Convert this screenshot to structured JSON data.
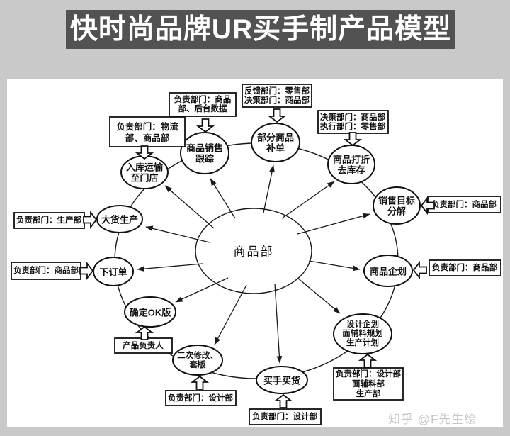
{
  "header": {
    "title": "快时尚品牌UR买手制产品模型"
  },
  "watermark": {
    "text": "知乎 @F先生绘"
  },
  "colors": {
    "page_bg": "#c9c9c9",
    "banner_bg": "#525252",
    "banner_text": "#ffffff",
    "panel_bg": "#ffffff",
    "line": "#111111",
    "watermark_text": "#c6c6c6"
  },
  "center_node": {
    "label": "商品部"
  },
  "nodes": [
    {
      "id": "sales-tracking",
      "lines": [
        "商品销售",
        "跟踪"
      ]
    },
    {
      "id": "partial-replenishment",
      "lines": [
        "部分商品",
        "补单"
      ]
    },
    {
      "id": "discount-destock",
      "lines": [
        "商品打折",
        "去库存"
      ]
    },
    {
      "id": "sales-target-breakdown",
      "lines": [
        "销售目标",
        "分解"
      ]
    },
    {
      "id": "merchandise-planning",
      "lines": [
        "商品企划"
      ]
    },
    {
      "id": "design-planning",
      "lines": [
        "设计企划",
        "面辅料规划",
        "生产计划"
      ]
    },
    {
      "id": "buyer-purchasing",
      "lines": [
        "买手买货"
      ]
    },
    {
      "id": "second-revision",
      "lines": [
        "二次修改、",
        "套版"
      ]
    },
    {
      "id": "confirm-ok-sample",
      "lines": [
        "确定OK版"
      ]
    },
    {
      "id": "place-order",
      "lines": [
        "下订单"
      ]
    },
    {
      "id": "bulk-production",
      "lines": [
        "大货生产"
      ]
    },
    {
      "id": "warehouse-to-store",
      "lines": [
        "入库运输",
        "至门店"
      ]
    }
  ],
  "labels": [
    {
      "id": "logistics-owner",
      "lines": [
        "负责部门：物流",
        "部、商品部"
      ]
    },
    {
      "id": "backend-data-owner",
      "lines": [
        "负责部门：商品",
        "部、后台数据"
      ]
    },
    {
      "id": "feedback-decision",
      "lines": [
        "反馈部门：零售部",
        "决策部门：商品部"
      ]
    },
    {
      "id": "decision-execution",
      "lines": [
        "决策部门：商品部",
        "执行部门：零售部"
      ]
    },
    {
      "id": "target-owner",
      "lines": [
        "负责部门：商品部"
      ]
    },
    {
      "id": "planning-owner",
      "lines": [
        "负责部门：商品部"
      ]
    },
    {
      "id": "design-prod-owner",
      "lines": [
        "负责部门：设计部",
        "面辅料部",
        "生产部"
      ]
    },
    {
      "id": "buyer-owner",
      "lines": [
        "负责部门：设计部"
      ]
    },
    {
      "id": "revision-owner",
      "lines": [
        "负责部门：设计部"
      ]
    },
    {
      "id": "product-owner",
      "lines": [
        "产品负责人"
      ]
    },
    {
      "id": "order-owner",
      "lines": [
        "负责部门：商品部"
      ]
    },
    {
      "id": "production-owner",
      "lines": [
        "负责部门：生产部"
      ]
    }
  ]
}
